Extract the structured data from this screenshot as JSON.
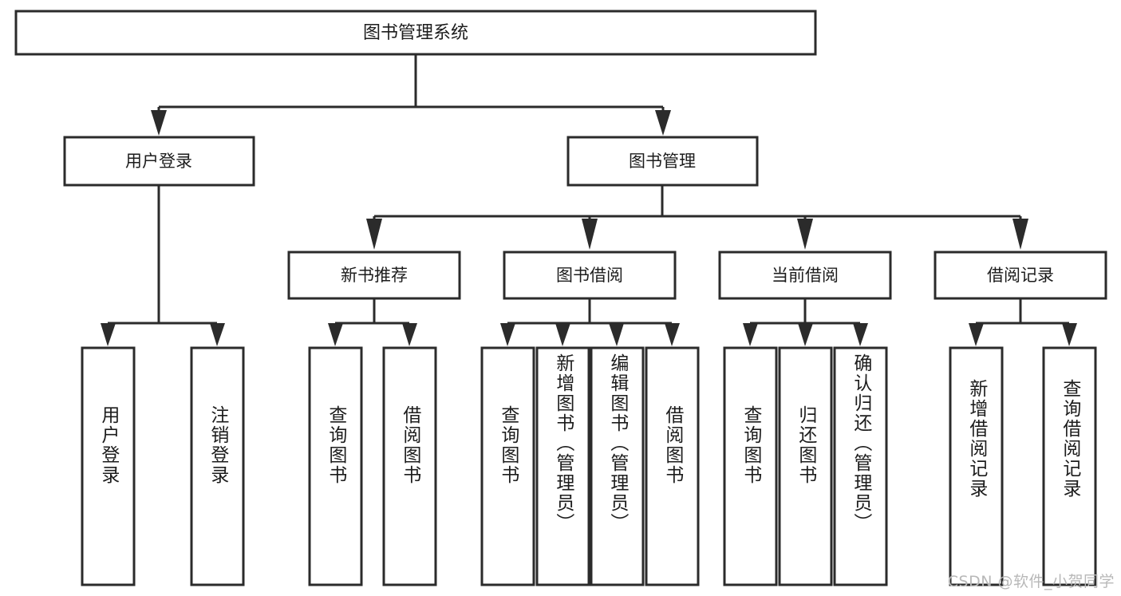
{
  "diagram": {
    "title": "图书管理系统",
    "watermark": "CSDN @软件_小贺同学",
    "colors": {
      "stroke": "#2b2b2b",
      "fill": "#ffffff",
      "text": "#1c1c1c",
      "watermark": "#b8b8b8",
      "background": "#ffffff"
    },
    "root": {
      "label": "图书管理系统"
    },
    "level2": [
      {
        "label": "用户登录"
      },
      {
        "label": "图书管理"
      }
    ],
    "level3": [
      {
        "label": "新书推荐"
      },
      {
        "label": "图书借阅"
      },
      {
        "label": "当前借阅"
      },
      {
        "label": "借阅记录"
      }
    ],
    "leaves": {
      "user_login": [
        {
          "label": "用户登录"
        },
        {
          "label": "注销登录"
        }
      ],
      "new_book_recommend": [
        {
          "label": "查询图书"
        },
        {
          "label": "借阅图书"
        }
      ],
      "book_borrow": [
        {
          "label": "查询图书"
        },
        {
          "label": "新增图书（管理员）"
        },
        {
          "label": "编辑图书（管理员）"
        },
        {
          "label": "借阅图书"
        }
      ],
      "current_borrow": [
        {
          "label": "查询图书"
        },
        {
          "label": "归还图书"
        },
        {
          "label": "确认归还（管理员）"
        }
      ],
      "borrow_records": [
        {
          "label": "新增借阅记录"
        },
        {
          "label": "查询借阅记录"
        }
      ]
    }
  }
}
